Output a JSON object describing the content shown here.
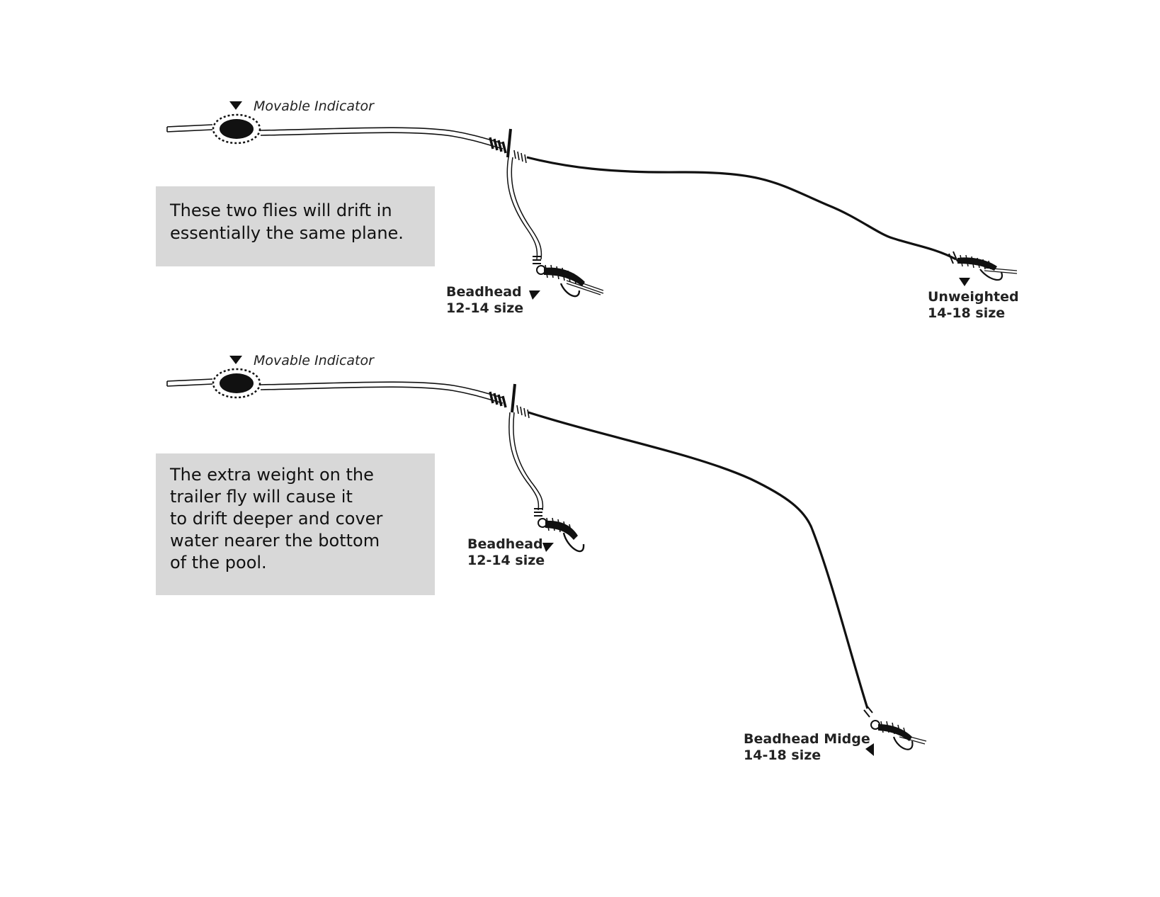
{
  "colors": {
    "background": "#ffffff",
    "line": "#111111",
    "box_fill": "#d8d8d8",
    "text": "#222222"
  },
  "rig_top": {
    "indicator_label": "Movable Indicator",
    "fly1_label": [
      "Beadhead",
      "12-14 size"
    ],
    "fly2_label": [
      "Unweighted",
      "14-18 size"
    ],
    "caption": [
      "These two flies will drift in",
      "essentially the same plane."
    ]
  },
  "rig_bottom": {
    "indicator_label": "Movable Indicator",
    "fly1_label": [
      "Beadhead",
      "12-14 size"
    ],
    "fly2_label": [
      "Beadhead Midge",
      "14-18 size"
    ],
    "caption": [
      "The extra weight on the",
      "trailer fly will cause it",
      "to drift deeper and cover",
      "water nearer the bottom",
      "of the pool."
    ]
  }
}
